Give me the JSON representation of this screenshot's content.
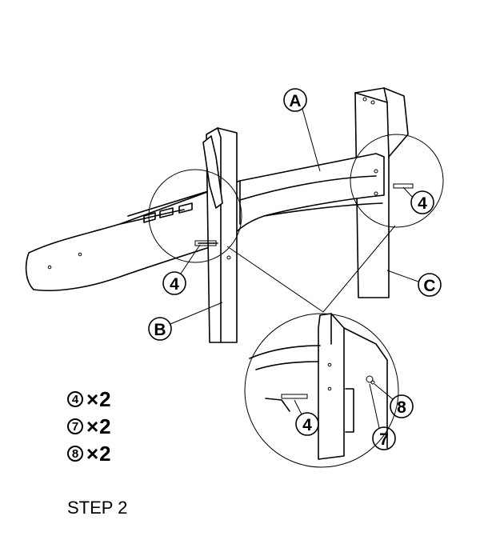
{
  "callouts": {
    "part_a": "A",
    "part_b": "B",
    "part_c": "C",
    "bolt_left": "4",
    "bolt_right": "4",
    "bolt_detail": "4",
    "washer_detail": "7",
    "nut_detail": "8"
  },
  "parts_list": [
    {
      "number": "4",
      "quantity": "×2"
    },
    {
      "number": "7",
      "quantity": "×2"
    },
    {
      "number": "8",
      "quantity": "×2"
    }
  ],
  "step_label": "STEP 2",
  "colors": {
    "line": "#000000",
    "background": "#ffffff"
  }
}
